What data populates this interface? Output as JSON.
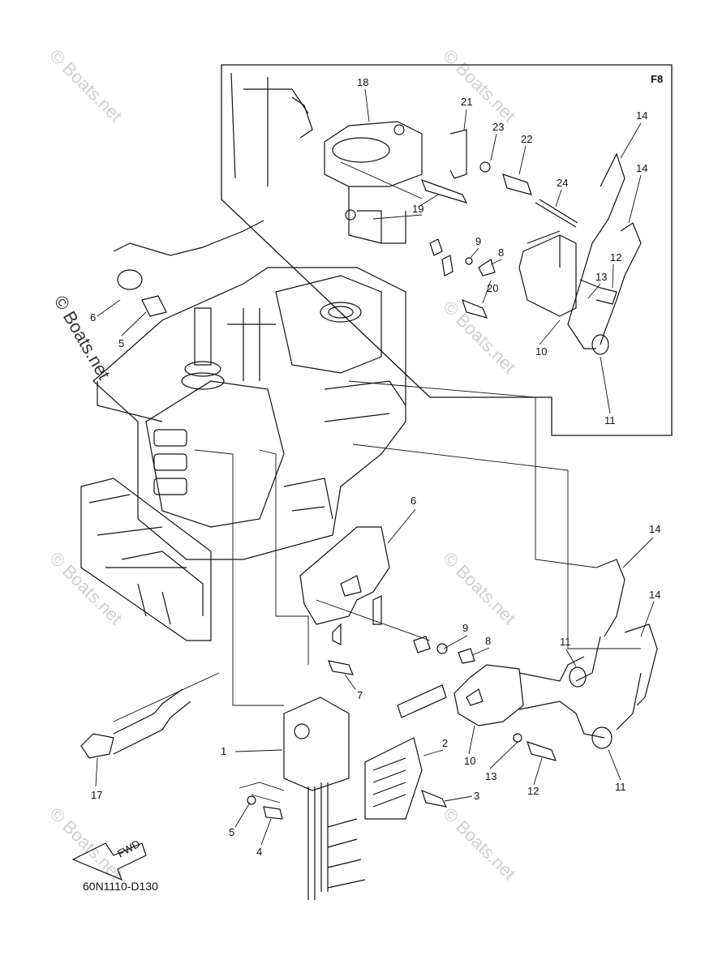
{
  "diagram": {
    "inset_label": "F8",
    "drawing_code": "60N1110-D130",
    "fwd_label": "FWD",
    "watermark_text": "© Boats.net",
    "callouts": [
      {
        "id": "c18",
        "text": "18"
      },
      {
        "id": "c21",
        "text": "21"
      },
      {
        "id": "c23",
        "text": "23"
      },
      {
        "id": "c22",
        "text": "22"
      },
      {
        "id": "c14a",
        "text": "14"
      },
      {
        "id": "c14b",
        "text": "14"
      },
      {
        "id": "c24",
        "text": "24"
      },
      {
        "id": "c19",
        "text": "19"
      },
      {
        "id": "c9a",
        "text": "9"
      },
      {
        "id": "c8a",
        "text": "8"
      },
      {
        "id": "c12a",
        "text": "12"
      },
      {
        "id": "c13a",
        "text": "13"
      },
      {
        "id": "c20",
        "text": "20"
      },
      {
        "id": "c10a",
        "text": "10"
      },
      {
        "id": "c11a",
        "text": "11"
      },
      {
        "id": "c6a",
        "text": "6"
      },
      {
        "id": "c5a",
        "text": "5"
      },
      {
        "id": "c6b",
        "text": "6"
      },
      {
        "id": "c14c",
        "text": "14"
      },
      {
        "id": "c14d",
        "text": "14"
      },
      {
        "id": "c9b",
        "text": "9"
      },
      {
        "id": "c8b",
        "text": "8"
      },
      {
        "id": "c11b",
        "text": "11"
      },
      {
        "id": "c7",
        "text": "7"
      },
      {
        "id": "c1",
        "text": "1"
      },
      {
        "id": "c2",
        "text": "2"
      },
      {
        "id": "c3",
        "text": "3"
      },
      {
        "id": "c10b",
        "text": "10"
      },
      {
        "id": "c13b",
        "text": "13"
      },
      {
        "id": "c12b",
        "text": "12"
      },
      {
        "id": "c11c",
        "text": "11"
      },
      {
        "id": "c17",
        "text": "17"
      },
      {
        "id": "c5b",
        "text": "5"
      },
      {
        "id": "c4",
        "text": "4"
      }
    ]
  }
}
